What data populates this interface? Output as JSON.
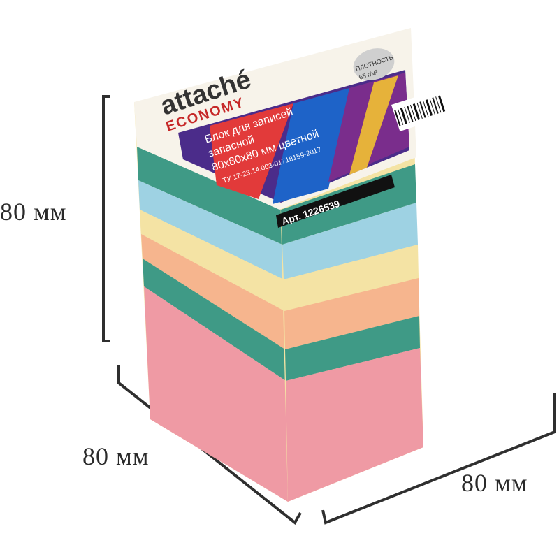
{
  "dimensions": {
    "height": "80 мм",
    "depth": "80 мм",
    "width": "80 мм"
  },
  "label": {
    "brand": "attaché",
    "line": "ECONOMY",
    "density_title": "ПЛОТНОСТЬ",
    "density_value": "65 г/м²",
    "product_line1": "Блок для записей",
    "product_line2": "запасной",
    "product_line3": "80x80x80 мм цветной",
    "spec": "ТУ 17-23.14.003-01718159-2017",
    "article": "Арт. 1226539"
  },
  "colors": {
    "yellow": "#f4e3a4",
    "green": "#3f9a86",
    "blue": "#9ed2e3",
    "orange": "#f6b58e",
    "pink": "#ef9aa4",
    "cardboard": "#f7f3ea",
    "dimension_line": "#2f2f2f"
  }
}
